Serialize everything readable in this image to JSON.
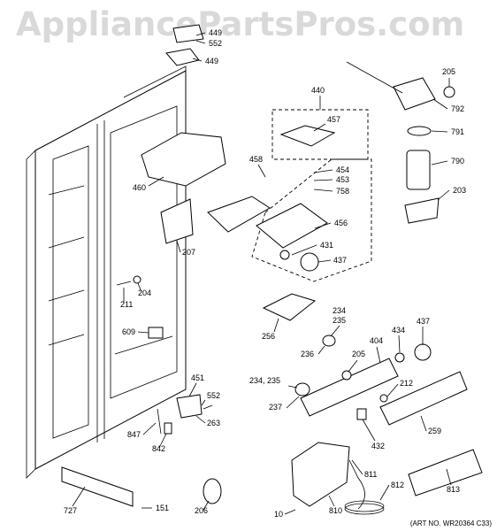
{
  "watermark": "AppliancePartsPros.com",
  "art_number": "(ART NO. WR20364 C33)",
  "callouts": [
    "449",
    "552",
    "449",
    "440",
    "205",
    "457",
    "792",
    "791",
    "458",
    "454",
    "453",
    "758",
    "460",
    "790",
    "203",
    "456",
    "207",
    "431",
    "437",
    "204",
    "211",
    "234",
    "235",
    "256",
    "609",
    "434",
    "437",
    "404",
    "236",
    "205",
    "212",
    "451",
    "234, 235",
    "552",
    "237",
    "263",
    "432",
    "259",
    "847",
    "842",
    "811",
    "812",
    "813",
    "727",
    "151",
    "206",
    "10",
    "810"
  ]
}
